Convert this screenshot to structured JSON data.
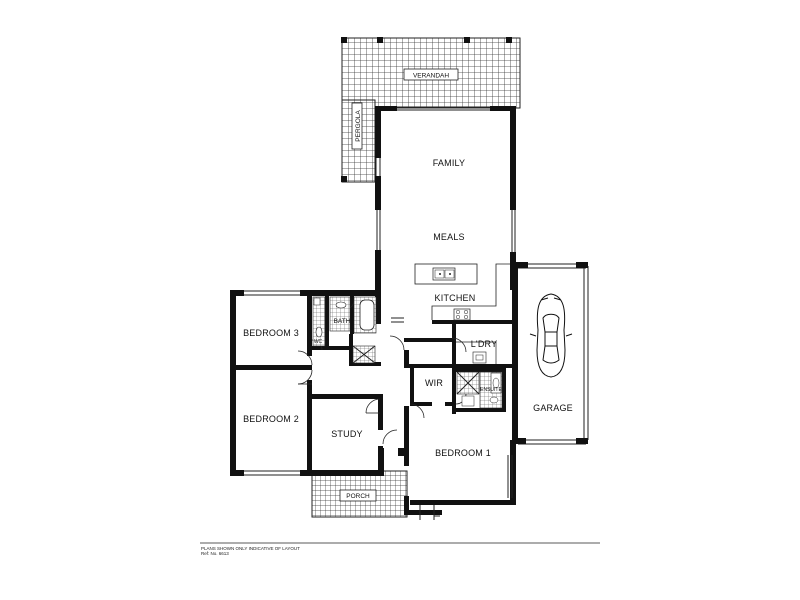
{
  "rooms": {
    "verandah": "VERANDAH",
    "pergola": "PERGOLA",
    "family": "FAMILY",
    "meals": "MEALS",
    "kitchen": "KITCHEN",
    "bedroom3": "BEDROOM 3",
    "wc": "WC",
    "bath": "BATH",
    "laundry": "L'DRY",
    "wir": "WIR",
    "ensuite": "ENSUITE",
    "garage": "GARAGE",
    "bedroom2": "BEDROOM 2",
    "study": "STUDY",
    "bedroom1": "BEDROOM 1",
    "porch": "PORCH"
  },
  "footer": {
    "disclaimer": "PLANS SHOWN ONLY INDICATIVE OF LAYOUT",
    "reference": "Ref: No. 6613"
  }
}
